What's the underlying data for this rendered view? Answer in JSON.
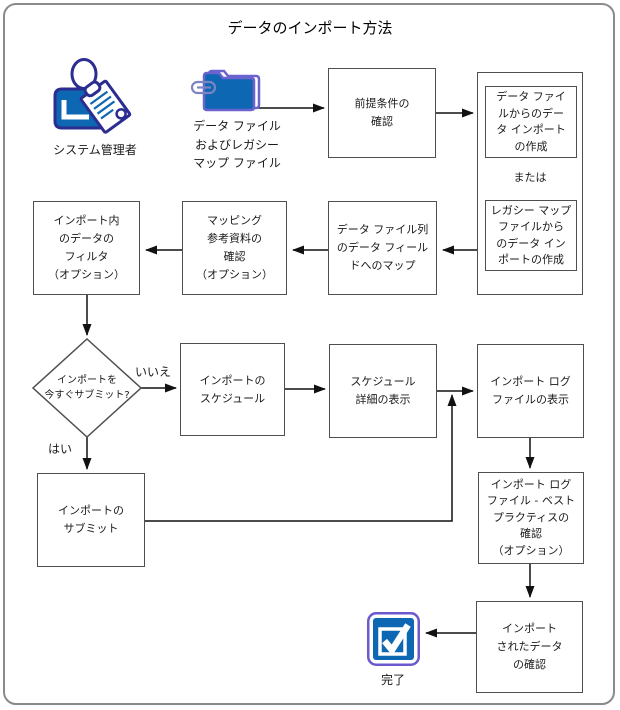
{
  "title": "データのインポート方法",
  "colors": {
    "box_border": "#4f4f4f",
    "arrow": "#111111",
    "frame": "#8a8a8a",
    "icon_blue": "#0e67b2",
    "icon_navy": "#2b2d90",
    "icon_purple": "#6a5acd",
    "paperclip_gray": "#7c85c1",
    "text": "#1a1a1a",
    "background": "#ffffff"
  },
  "actors": {
    "admin_label": "システム管理者",
    "files_label": "データ ファイル\nおよびレガシー\nマップ ファイル"
  },
  "flow": {
    "prerequisites": "前提条件の\n確認",
    "create_from_data_file": "データ ファイ\nルからのデー\nタ インポート\nの作成",
    "or_label": "または",
    "create_from_legacy_map": "レガシー マップ\nファイルから\nのデータ イン\nポートの作成",
    "map_columns": "データ ファイル列\nのデータ フィール\nドへのマップ",
    "review_mapping": "マッピング\n参考資料の\n確認\n（オプション）",
    "filter_data": "インポート内\nのデータの\nフィルタ\n（オプション）",
    "decision_submit_now": "インポートを\n今すぐサブミット?",
    "no_label": "いいえ",
    "yes_label": "はい",
    "schedule_import": "インポートの\nスケジュール",
    "view_schedule_details": "スケジュール\n詳細の表示",
    "view_log_file": "インポート ログ\nファイルの表示",
    "submit_import": "インポートの\nサブミット",
    "review_best_practices": "インポート ログ\nファイル - ベスト\nプラクティスの\n確認\n（オプション）",
    "verify_imported_data": "インポート\nされたデータ\nの確認",
    "done_label": "完了"
  }
}
